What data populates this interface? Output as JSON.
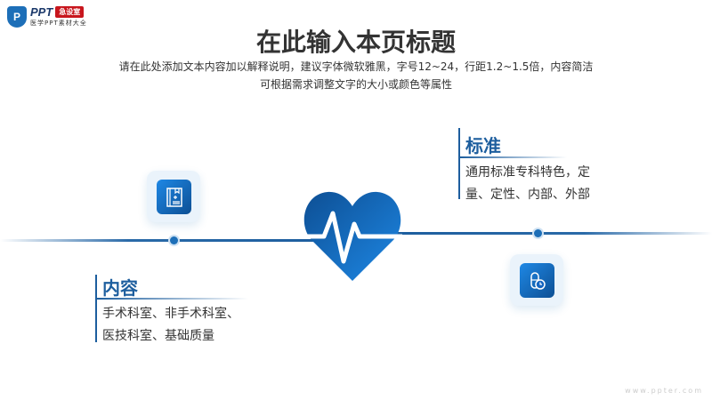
{
  "logo": {
    "mark": "P",
    "brand": "PPT",
    "badge": "急设室",
    "tagline": "医学PPT素材大全"
  },
  "title": "在此输入本页标题",
  "subtitle": [
    "请在此处添加文本内容加以解释说明，建议字体微软雅黑，字号12~24，行距1.2~1.5倍，内容简洁",
    "可根据需求调整文字的大小或颜色等属性"
  ],
  "blocks": [
    {
      "heading": "标准",
      "lines": [
        "通用标准专科特色，定",
        "量、定性、内部、外部"
      ]
    },
    {
      "heading": "内容",
      "lines": [
        "手术科室、非手术科室、",
        "医技科室、基础质量"
      ]
    }
  ],
  "footer": "www.ppter.com",
  "colors": {
    "accent": "#1d6fb8",
    "heading": "#1d5e9e"
  }
}
